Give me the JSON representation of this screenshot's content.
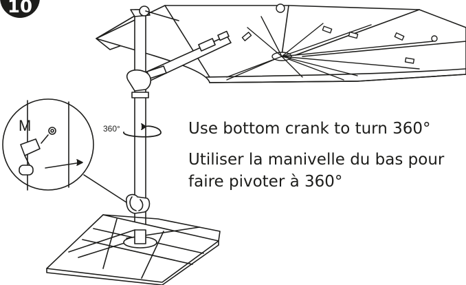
{
  "step": {
    "number": "10"
  },
  "instructions": {
    "english": "Use bottom crank to turn 360°",
    "french": "Utiliser la manivelle du bas pour faire pivoter à 360°"
  },
  "labels": {
    "rotation_angle": "360°",
    "part_letter": "M"
  },
  "icons": [
    "umbrella-canopy",
    "rotation-arrow",
    "crank-handle",
    "cross-base"
  ],
  "colors": {
    "ink": "#1d1d1b",
    "background": "#ffffff"
  }
}
